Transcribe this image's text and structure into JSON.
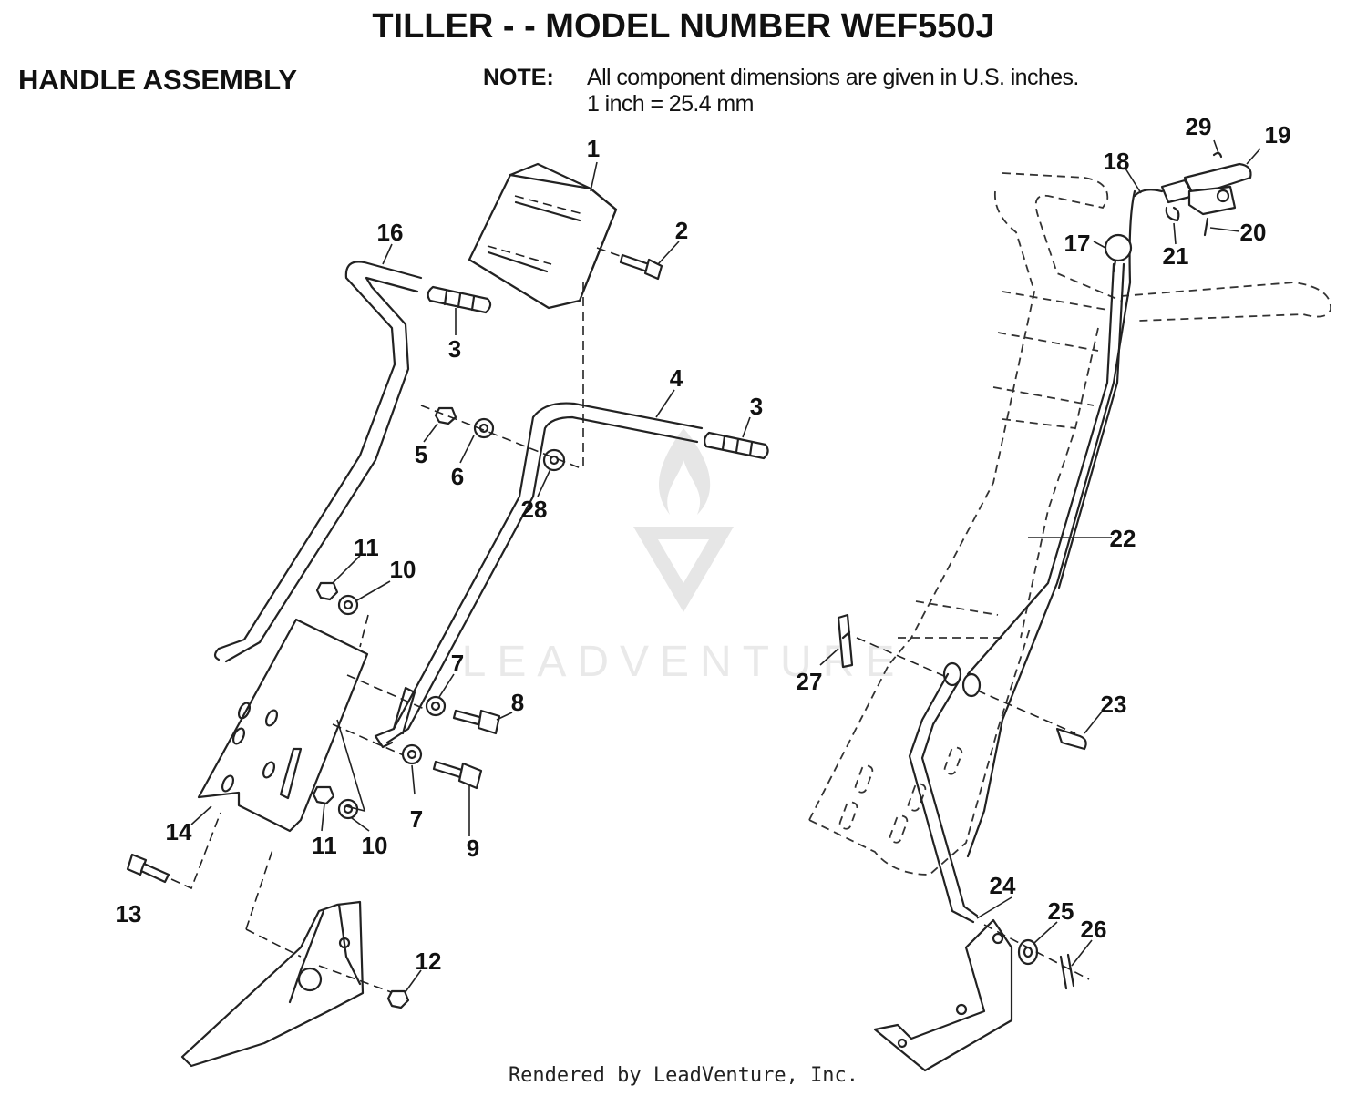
{
  "header": {
    "title": "TILLER - - MODEL NUMBER WEF550J",
    "section": "HANDLE ASSEMBLY",
    "note_label": "NOTE:",
    "note_line1": "All component dimensions are given in U.S. inches.",
    "note_line2": "1 inch = 25.4 mm"
  },
  "watermark": "LEADVENTURE",
  "footer": "Rendered by LeadVenture, Inc.",
  "callouts": {
    "c1": "1",
    "c2": "2",
    "c3a": "3",
    "c3b": "3",
    "c4": "4",
    "c5": "5",
    "c6": "6",
    "c7a": "7",
    "c7b": "7",
    "c8": "8",
    "c9": "9",
    "c10a": "10",
    "c10b": "10",
    "c11a": "11",
    "c11b": "11",
    "c12": "12",
    "c13": "13",
    "c14": "14",
    "c16": "16",
    "c17": "17",
    "c18": "18",
    "c19": "19",
    "c20": "20",
    "c21": "21",
    "c22": "22",
    "c23": "23",
    "c24": "24",
    "c25": "25",
    "c26": "26",
    "c27": "27",
    "c28": "28",
    "c29": "29"
  }
}
